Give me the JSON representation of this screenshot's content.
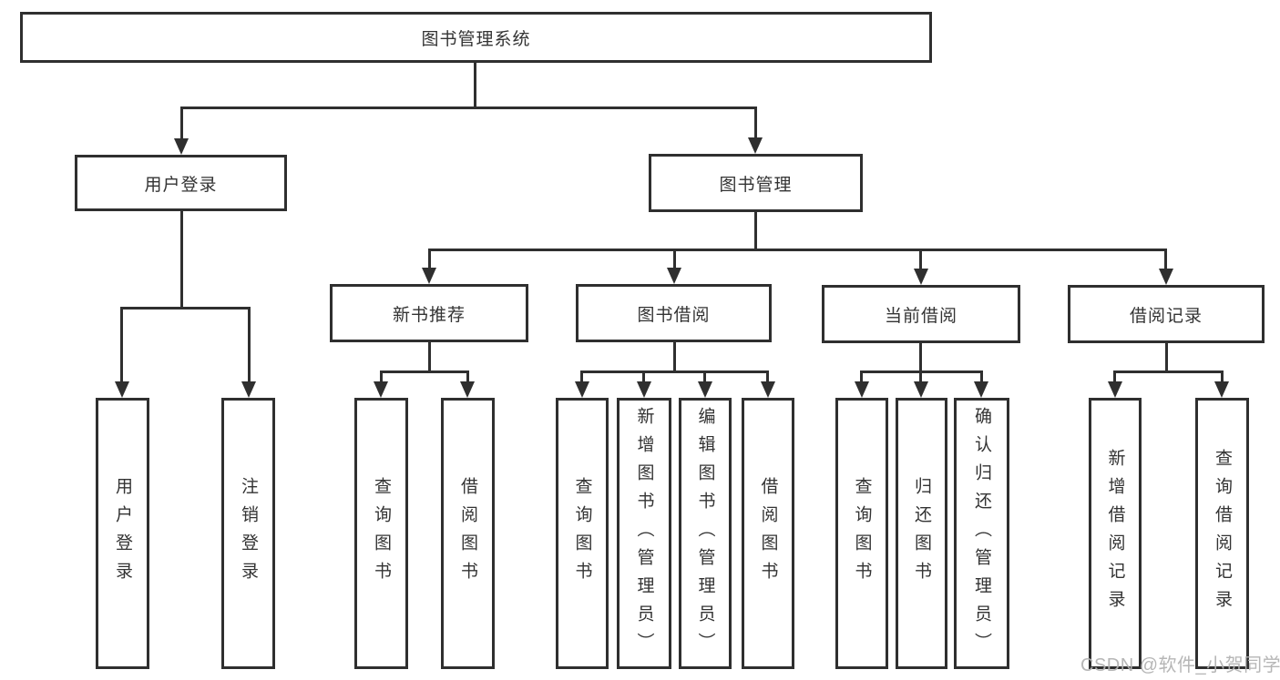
{
  "diagram": {
    "title": "图书管理系统",
    "branches": [
      {
        "label": "用户登录",
        "children": [
          "用户登录",
          "注销登录"
        ]
      },
      {
        "label": "图书管理",
        "sections": [
          {
            "label": "新书推荐",
            "children": [
              "查询图书",
              "借阅图书"
            ]
          },
          {
            "label": "图书借阅",
            "children": [
              "查询图书",
              "新增图书（管理员）",
              "编辑图书（管理员）",
              "借阅图书"
            ]
          },
          {
            "label": "当前借阅",
            "children": [
              "查询图书",
              "归还图书",
              "确认归还（管理员）"
            ]
          },
          {
            "label": "借阅记录",
            "children": [
              "新增借阅记录",
              "查询借阅记录"
            ]
          }
        ]
      }
    ]
  },
  "watermark": "CSDN @软件_小贺同学",
  "colors": {
    "line": "#2f2f2f",
    "text": "#333333",
    "watermark": "#b2b2b2",
    "background": "#ffffff"
  }
}
